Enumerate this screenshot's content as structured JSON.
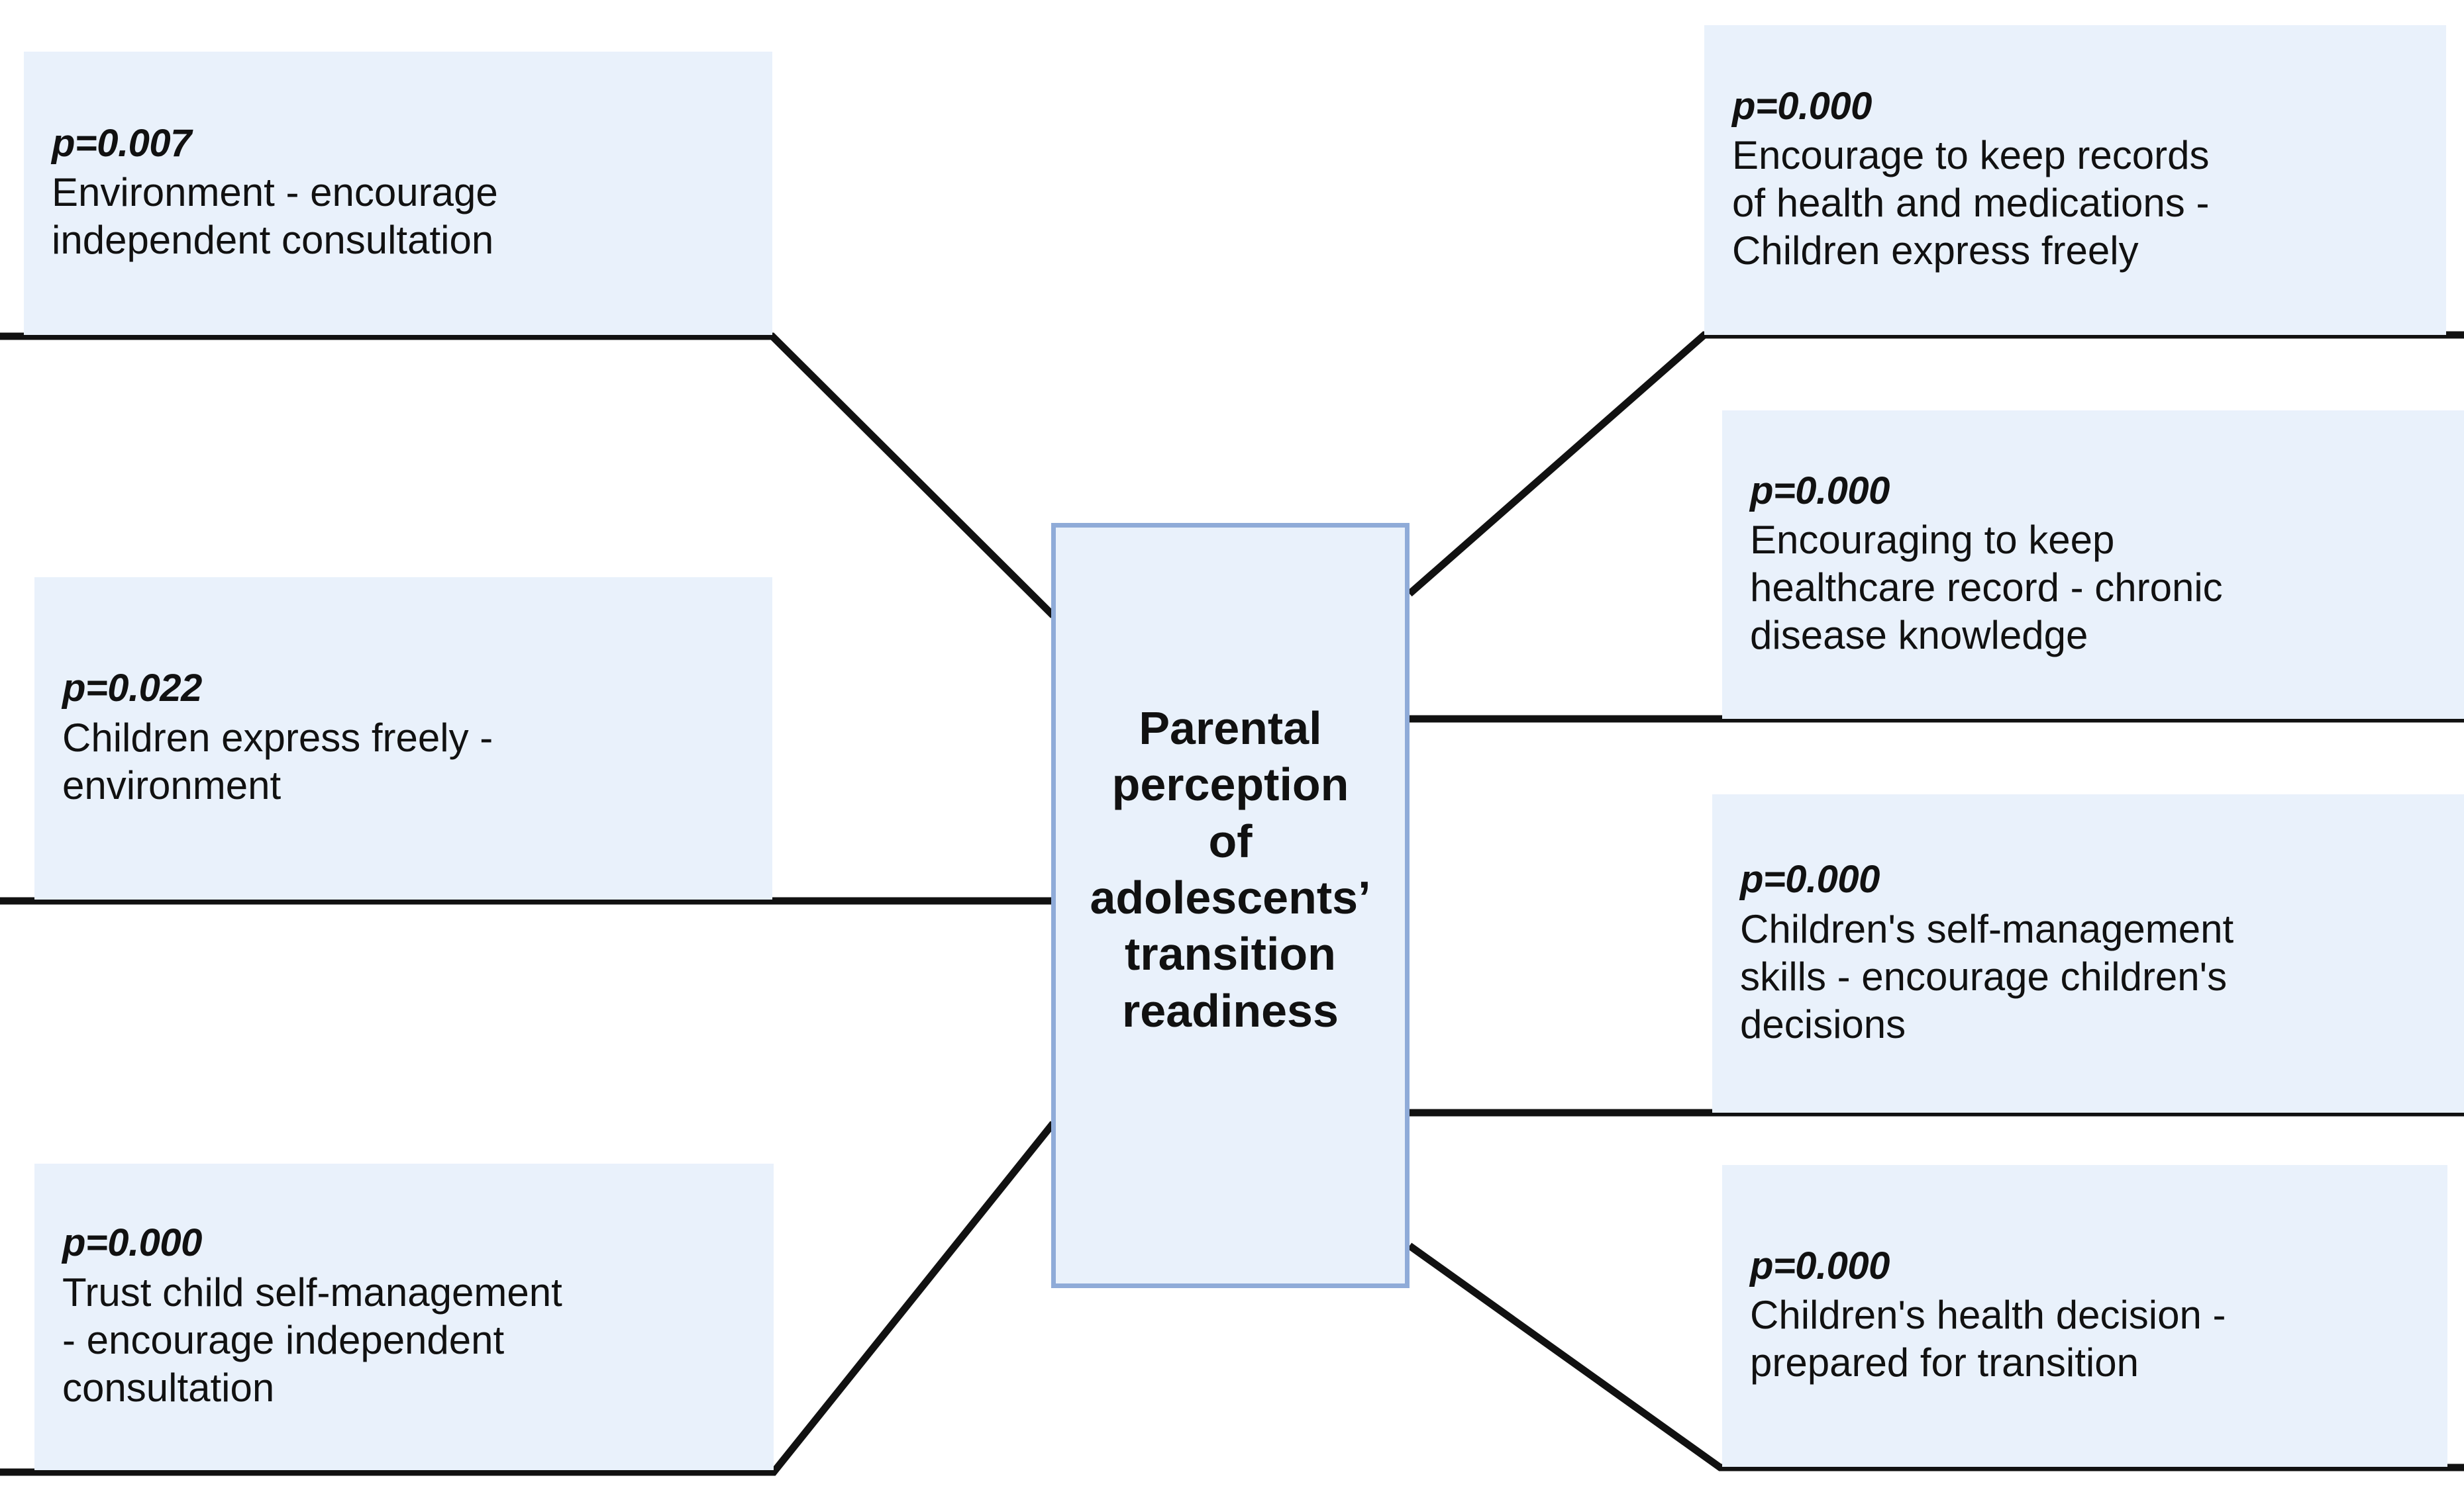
{
  "diagram": {
    "title": "Parental perception of adolescents' transition readiness",
    "type": "mind-map",
    "colors": {
      "node_fill": "#e9f1fb",
      "center_border": "#8fabd8",
      "connector": "#111111",
      "text": "#111111",
      "background": "#ffffff"
    },
    "center": {
      "label": "Parental\nperception\nof\nadolescents’\ntransition\nreadiness"
    },
    "left_nodes": [
      {
        "p_value": "p=0.007",
        "label": "Environment - encourage\nindependent consultation"
      },
      {
        "p_value": "p=0.022",
        "label": "Children express freely -\nenvironment"
      },
      {
        "p_value": "p=0.000",
        "label": "Trust child self-management\n- encourage independent\nconsultation"
      }
    ],
    "right_nodes": [
      {
        "p_value": "p=0.000",
        "label": "Encourage to keep records\nof health and medications -\nChildren express freely"
      },
      {
        "p_value": "p=0.000",
        "label": "Encouraging to keep\nhealthcare record - chronic\ndisease knowledge"
      },
      {
        "p_value": "p=0.000",
        "label": "Children's self-management\nskills - encourage children's\ndecisions"
      },
      {
        "p_value": "p=0.000",
        "label": "Children's health decision -\nprepared for transition"
      }
    ]
  }
}
